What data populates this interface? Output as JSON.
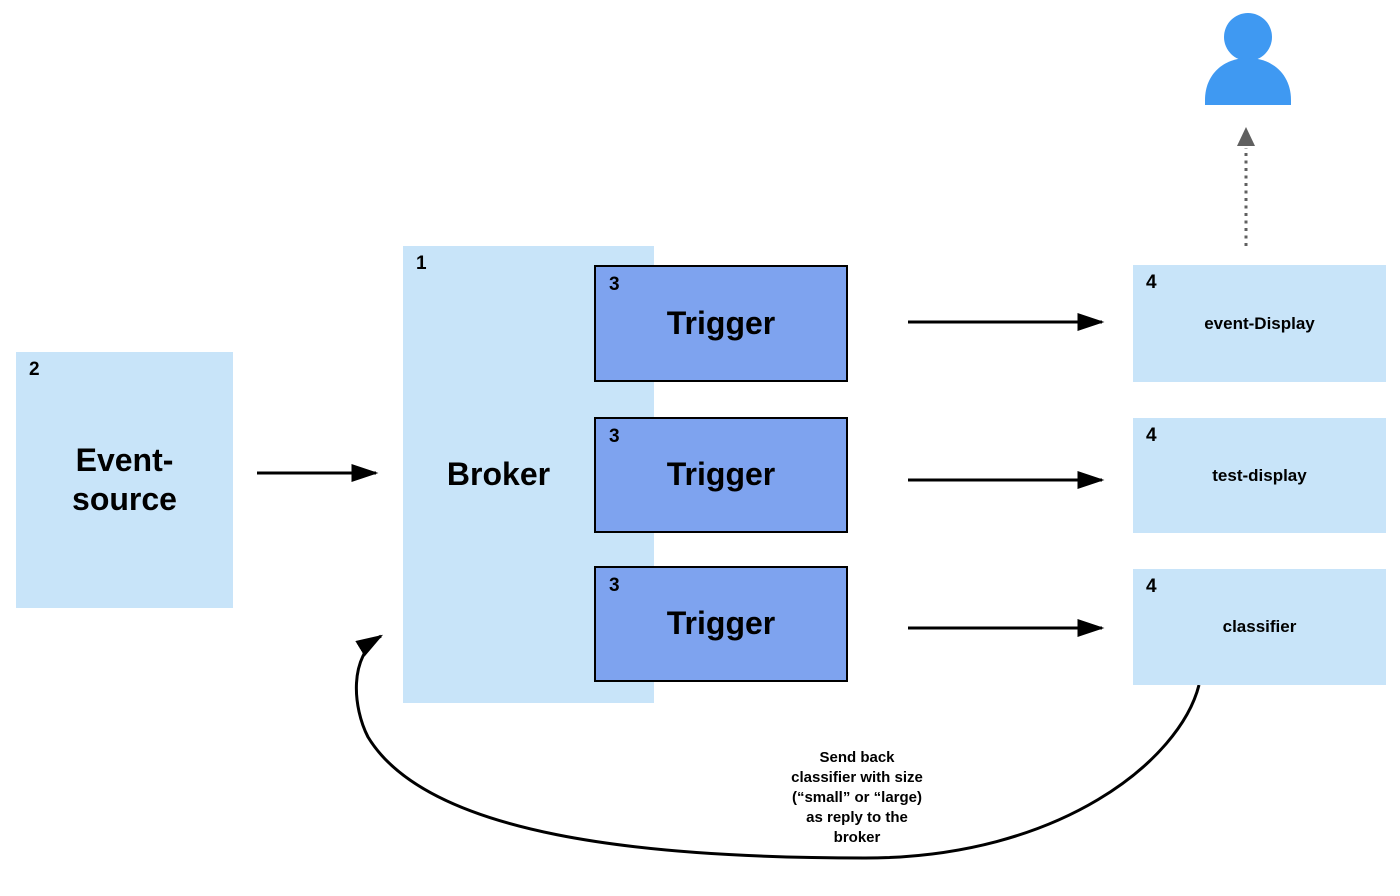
{
  "colors": {
    "light_blue": "#C8E4F9",
    "trigger_blue": "#7EA3EF",
    "person_blue": "#3F99F2",
    "arrow_black": "#000000",
    "dotted_gray": "#606060"
  },
  "diagram": {
    "event_source": {
      "number": "2",
      "label": "Event-source"
    },
    "broker": {
      "number": "1",
      "label": "Broker"
    },
    "triggers": [
      {
        "number": "3",
        "label": "Trigger"
      },
      {
        "number": "3",
        "label": "Trigger"
      },
      {
        "number": "3",
        "label": "Trigger"
      }
    ],
    "targets": [
      {
        "number": "4",
        "label": "event-Display"
      },
      {
        "number": "4",
        "label": "test-display"
      },
      {
        "number": "4",
        "label": "classifier"
      }
    ],
    "user_icon": "user-icon",
    "annotation": {
      "lines": [
        "Send back",
        "classifier with size",
        "(“small” or “large)",
        "as reply to the",
        "broker"
      ]
    }
  }
}
